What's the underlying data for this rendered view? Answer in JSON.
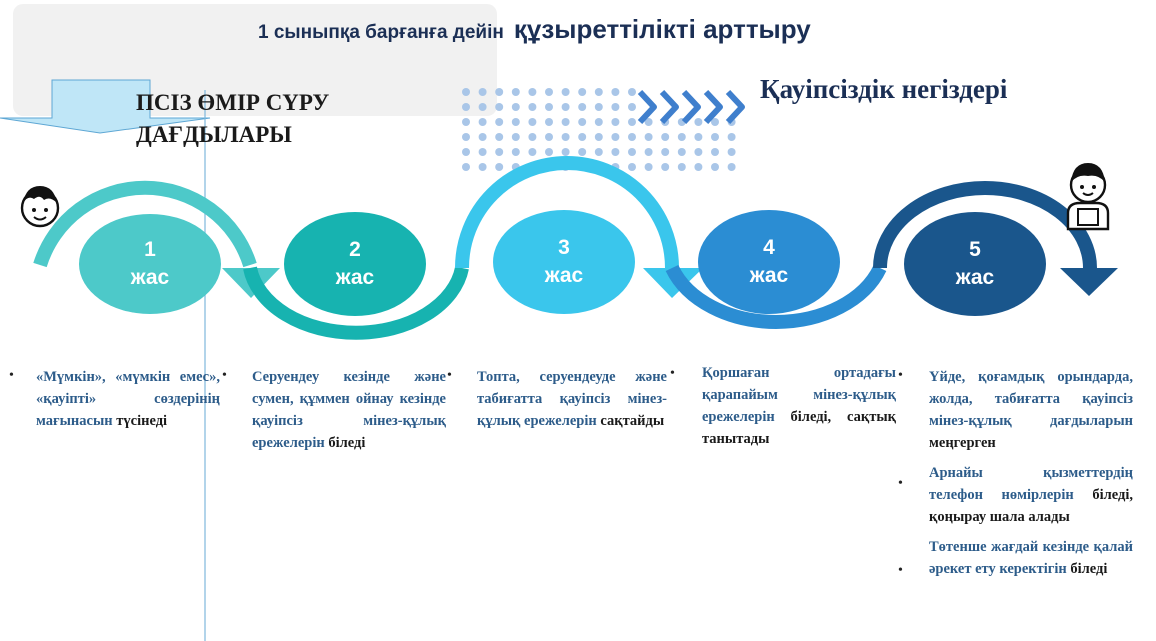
{
  "title": {
    "small": "1 сыныпқа барғанға дейін",
    "large": "құзыреттілікті арттыру"
  },
  "section_left": {
    "line1": "ПСІЗ ӨМІР СҮРУ",
    "line2": "ДАҒДЫЛАРЫ"
  },
  "section_right": "Қауіпсіздік негіздері",
  "colors": {
    "stage1": "#4dc9c9",
    "stage2": "#17b3b0",
    "stage3": "#3ac6ec",
    "stage4": "#2b8dd3",
    "stage5": "#1a568c",
    "dots": "#a9c6e8",
    "chevrons": "#3f7fcd",
    "accent_text": "#2d5c8a"
  },
  "stages": [
    {
      "number": "1",
      "unit": "жас"
    },
    {
      "number": "2",
      "unit": "жас"
    },
    {
      "number": "3",
      "unit": "жас"
    },
    {
      "number": "4",
      "unit": "жас"
    },
    {
      "number": "5",
      "unit": "жас"
    }
  ],
  "descriptions": {
    "d1_blue": "«Мүмкін», «мүмкін емес», «қауіпті» сөздерінің мағынасын",
    "d1_dark": "түсінеді",
    "d2_blue": "Серуендеу кезінде және сумен, құммен ойнау кезінде қауіпсіз мінез-құлық ережелерін",
    "d2_dark": "біледі",
    "d3_blue": "Топта, серуендеуде және табиғатта қауіпсіз мінез-құлық ережелерін",
    "d3_dark": "сақтайды",
    "d4_blue": "Қоршаған ортадағы қарапайым мінез-құлық ережелерін",
    "d4_dark": "біледі, сақтық танытады",
    "d5a_blue": "Үйде, қоғамдық орындарда, жолда, табиғатта қауіпсіз мінез-құлық дағдыларын",
    "d5a_dark": "меңгерген",
    "d5b_blue": "Арнайы қызметтердің телефон нөмірлерін",
    "d5b_dark": "біледі, қоңырау шала алады",
    "d5c_blue": "Төтенше жағдай кезінде қалай әрекет ету керектігін",
    "d5c_dark": "біледі"
  },
  "bullet_symbol": "•",
  "icons": [
    "child-face-icon",
    "child-figure-icon"
  ]
}
